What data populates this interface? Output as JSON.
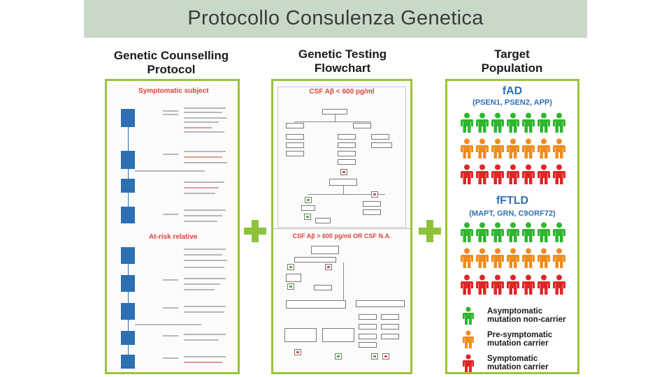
{
  "slide": {
    "title": "Protocollo Consulenza Genetica"
  },
  "columns": [
    {
      "line1": "Genetic Counselling",
      "line2": "Protocol"
    },
    {
      "line1": "Genetic Testing",
      "line2": "Flowchart"
    },
    {
      "line1": "Target",
      "line2": "Population"
    }
  ],
  "protocol": {
    "section1_title": "Symptomatic subject",
    "section2_title": "At-risk relative"
  },
  "flowchart": {
    "header1": "CSF Aβ < 600 pg/ml",
    "header2": "CSF Aβ > 600 pg/ml OR CSF N.A."
  },
  "population": {
    "group1_title": "fAD",
    "group1_genes": "(PSEN1, PSEN2, APP)",
    "group2_title": "fFTLD",
    "group2_genes": "(MAPT, GRN, C9ORF72)",
    "legend": [
      {
        "line1": "Asymptomatic",
        "line2": "mutation non-carrier",
        "color": "#2fb52f"
      },
      {
        "line1": "Pre-symptomatic",
        "line2": "mutation carrier",
        "color": "#ef8c1e"
      },
      {
        "line1": "Symptomatic",
        "line2": "mutation carrier",
        "color": "#df2626"
      }
    ],
    "row_colors": [
      "#2fb52f",
      "#ef8c1e",
      "#df2626"
    ]
  },
  "colors": {
    "accent_green": "#9ac33c",
    "banner": "#c9d9c8",
    "heading_red": "#d9443c",
    "heading_blue": "#2f6fb5"
  }
}
